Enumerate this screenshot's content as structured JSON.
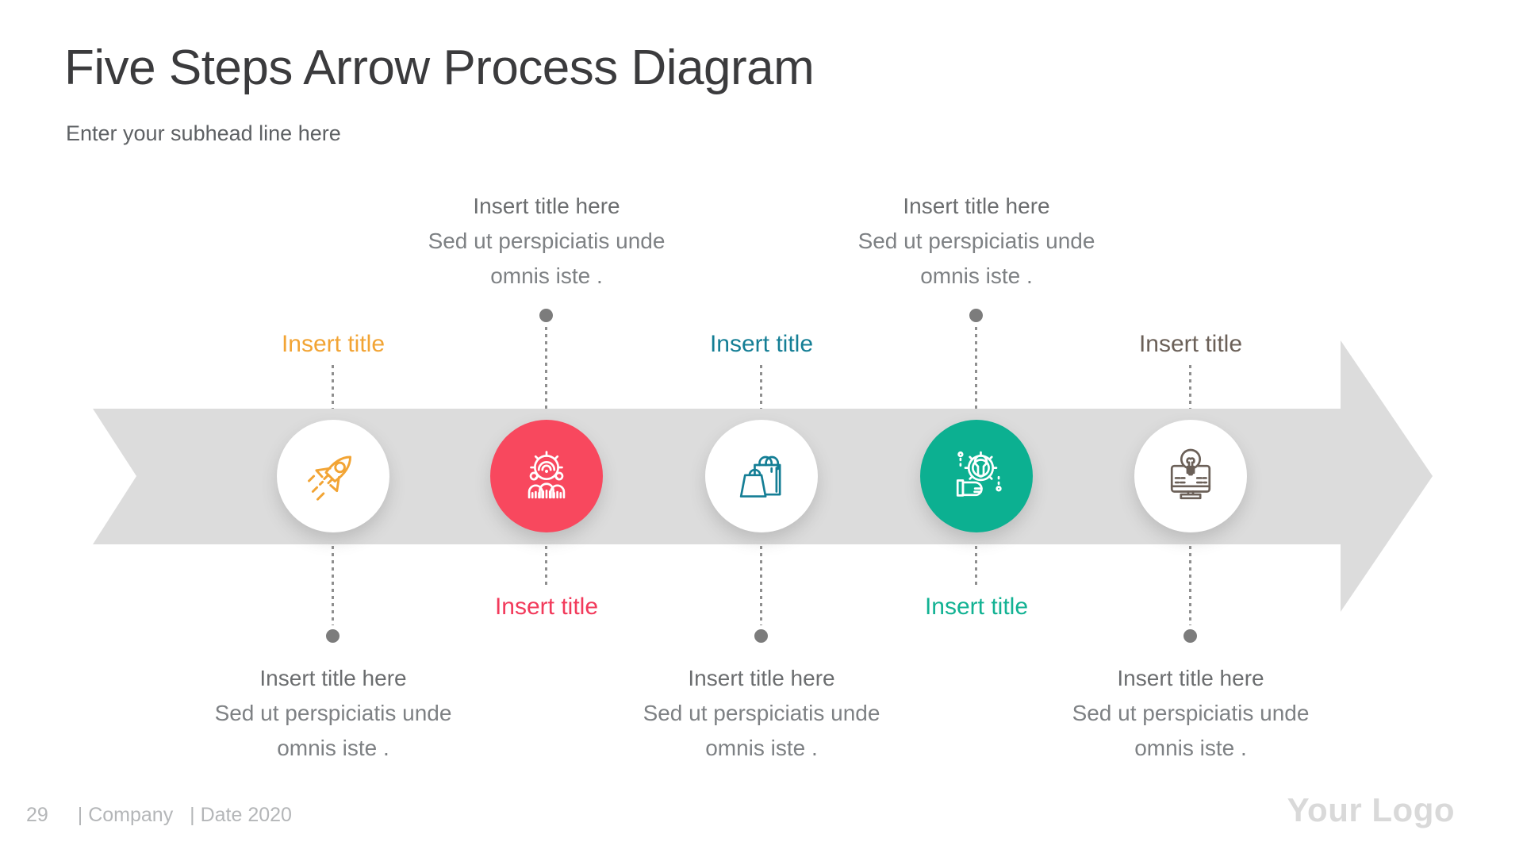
{
  "header": {
    "title": "Five Steps Arrow Process Diagram",
    "subtitle": "Enter your subhead line here"
  },
  "steps": [
    {
      "title": "Insert title",
      "accent": "#F2A434",
      "circle_fill": "#FFFFFF",
      "icon": "rocket",
      "icon_color": "#F2A434",
      "desc": {
        "heading": "Insert title here",
        "line1": "Sed ut perspiciatis unde",
        "line2": "omnis iste ."
      }
    },
    {
      "title": "Insert title",
      "accent": "#F23A5B",
      "circle_fill": "#F8485E",
      "icon": "gear-team",
      "icon_color": "#FFFFFF",
      "desc": {
        "heading": "Insert title here",
        "line1": "Sed ut perspiciatis unde",
        "line2": "omnis iste ."
      }
    },
    {
      "title": "Insert title",
      "accent": "#147E95",
      "circle_fill": "#FFFFFF",
      "icon": "shopping-bags",
      "icon_color": "#147E95",
      "desc": {
        "heading": "Insert title here",
        "line1": "Sed ut perspiciatis unde",
        "line2": "omnis iste ."
      }
    },
    {
      "title": "Insert title",
      "accent": "#12B293",
      "circle_fill": "#0CB091",
      "icon": "gear-hand",
      "icon_color": "#FFFFFF",
      "desc": {
        "heading": "Insert title here",
        "line1": "Sed ut perspiciatis unde",
        "line2": "omnis iste ."
      }
    },
    {
      "title": "Insert title",
      "accent": "#6B6058",
      "circle_fill": "#FFFFFF",
      "icon": "computer-idea",
      "icon_color": "#6B6058",
      "desc": {
        "heading": "Insert title here",
        "line1": "Sed ut perspiciatis unde",
        "line2": "omnis iste ."
      }
    }
  ],
  "colors": {
    "arrow": "#DCDCDC",
    "connector": "#8F8F8F",
    "logo": "#D9D9D9"
  },
  "footer": {
    "page_number": "29",
    "company": "| Company",
    "date": "| Date 2020",
    "logo_text": "Your Logo"
  }
}
